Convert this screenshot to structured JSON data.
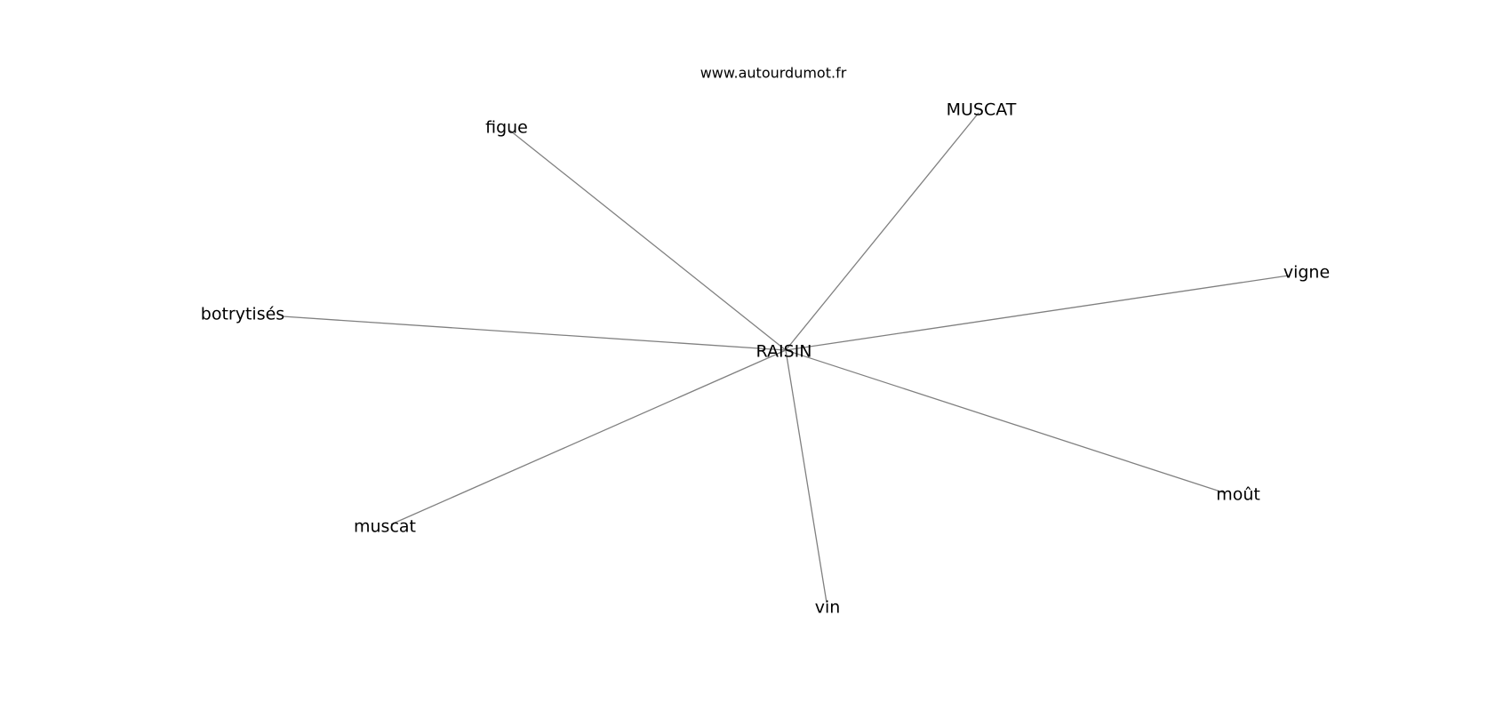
{
  "watermark": "www.autourdumot.fr",
  "graph": {
    "center": "RAISIN",
    "neighbors": [
      "figue",
      "MUSCAT",
      "vigne",
      "botrytisés",
      "muscat",
      "vin",
      "moût"
    ]
  },
  "colors": {
    "edge": "#808080",
    "text": "#000000",
    "background": "#ffffff"
  }
}
